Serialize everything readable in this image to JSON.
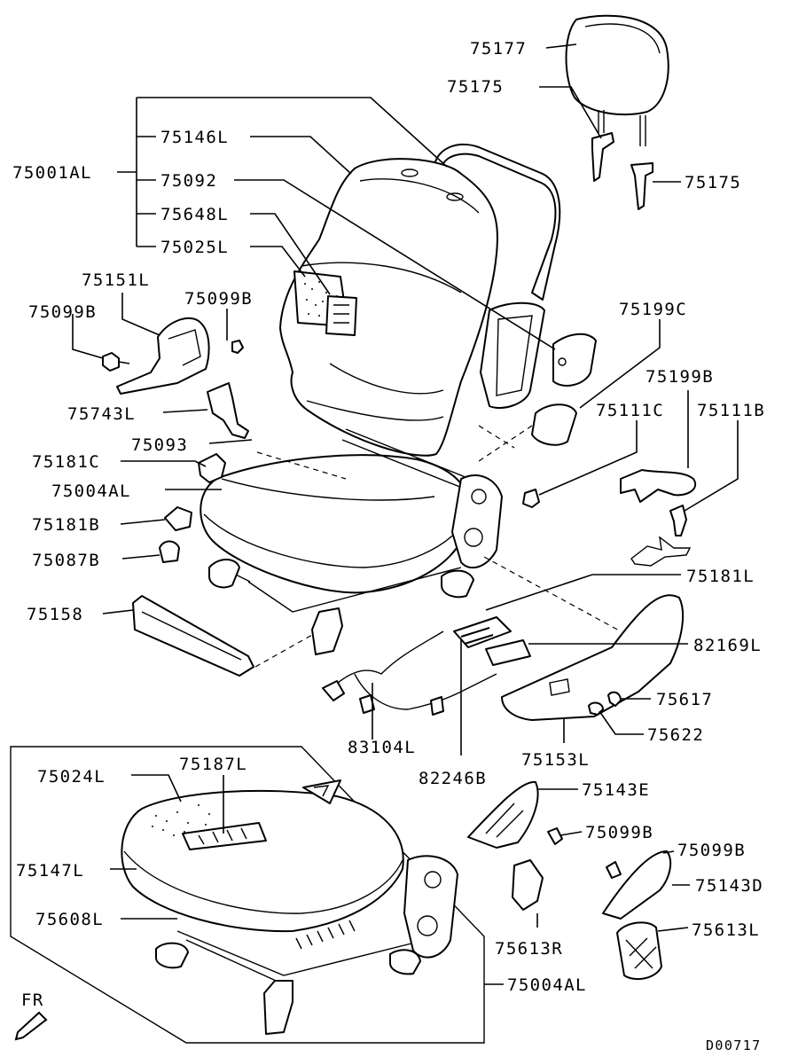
{
  "diagram_id": "D00717",
  "direction_label": "FR",
  "callouts": {
    "c75177": "75177",
    "c75175_top": "75175",
    "c75175_right": "75175",
    "c75146L": "75146L",
    "c75001AL": "75001AL",
    "c75092": "75092",
    "c75648L": "75648L",
    "c75025L": "75025L",
    "c75151L": "75151L",
    "c75099B_a": "75099B",
    "c75099B_b": "75099B",
    "c75199C": "75199C",
    "c75199B": "75199B",
    "c75111C": "75111C",
    "c75111B": "75111B",
    "c75743L": "75743L",
    "c75093": "75093",
    "c75181C": "75181C",
    "c75004AL_top": "75004AL",
    "c75181B": "75181B",
    "c75087B": "75087B",
    "c75181L": "75181L",
    "c75158": "75158",
    "c82169L": "82169L",
    "c75617": "75617",
    "c75622": "75622",
    "c83104L": "83104L",
    "c75153L": "75153L",
    "c82246B": "82246B",
    "c75143E": "75143E",
    "c75024L": "75024L",
    "c75187L": "75187L",
    "c75147L": "75147L",
    "c75608L": "75608L",
    "c75099B_c": "75099B",
    "c75099B_d": "75099B",
    "c75143D": "75143D",
    "c75613R": "75613R",
    "c75613L": "75613L",
    "c75004AL_bottom": "75004AL"
  }
}
